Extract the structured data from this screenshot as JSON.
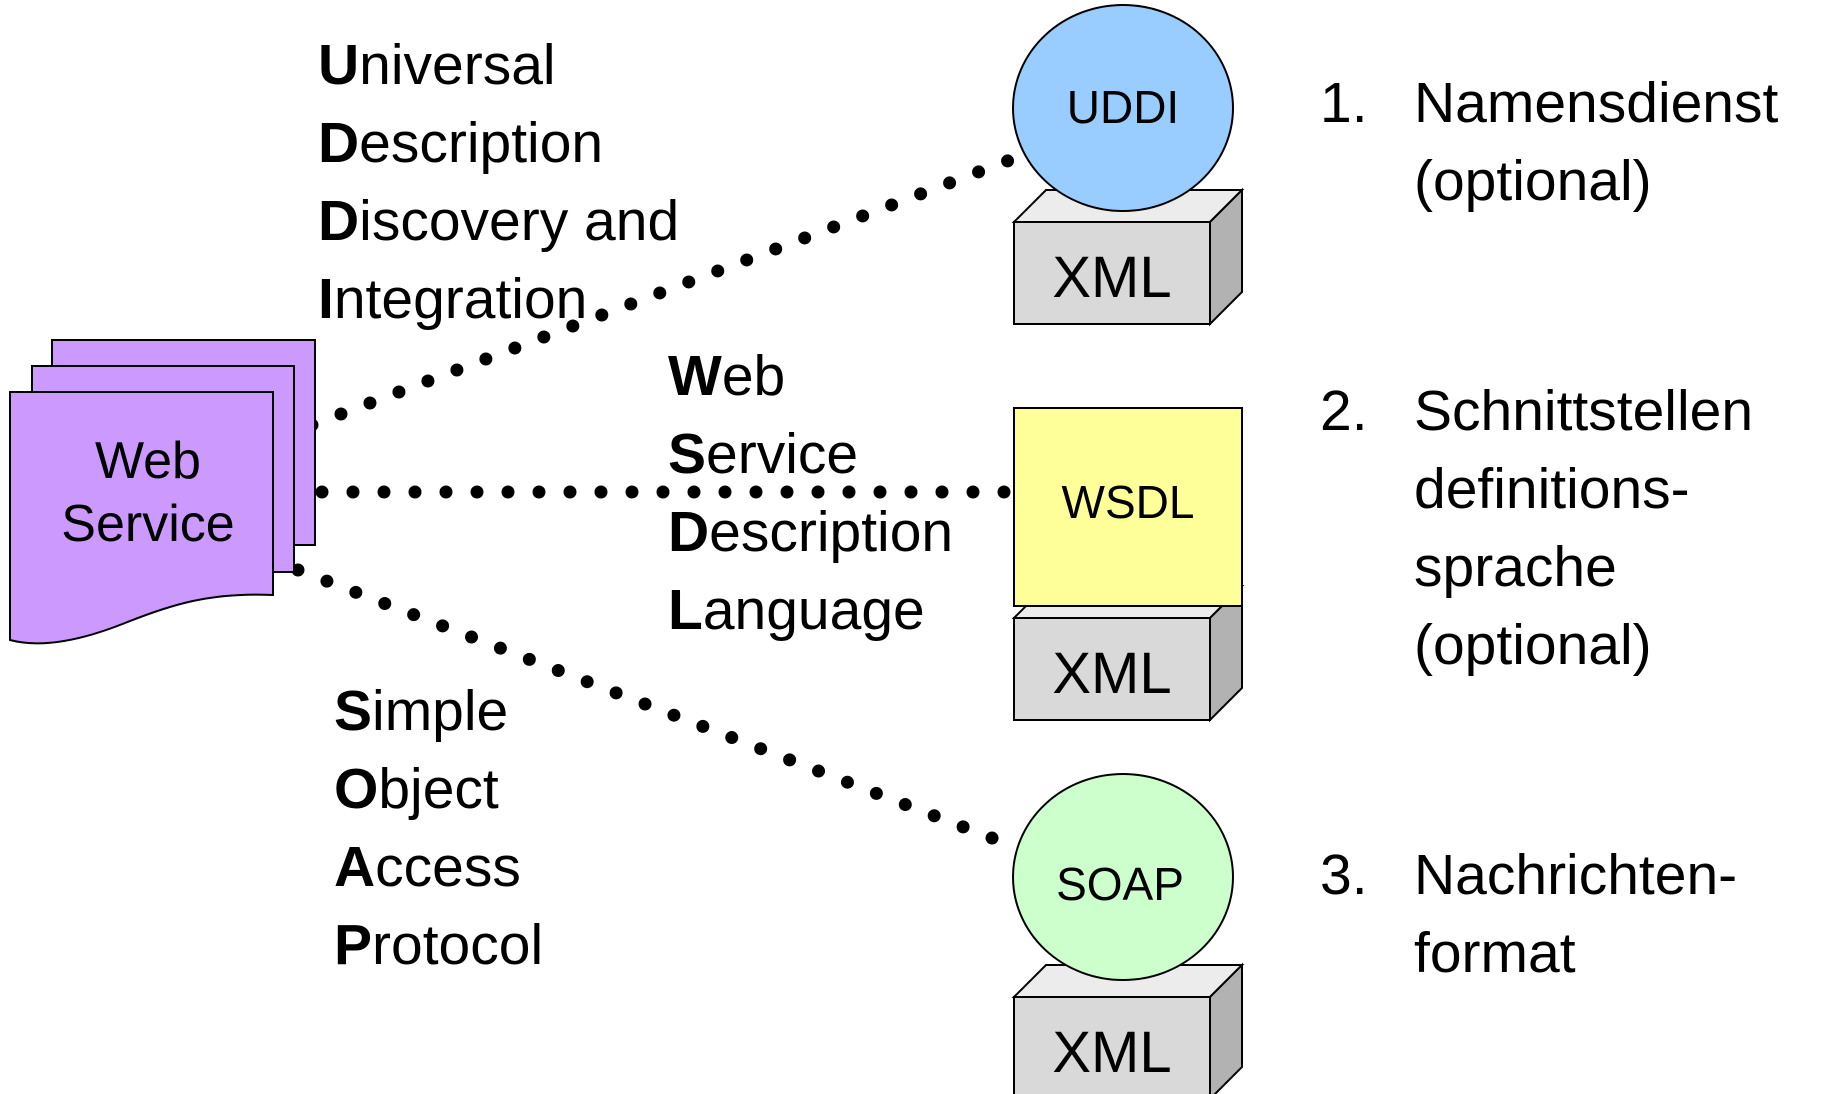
{
  "web_service": {
    "line1": "Web",
    "line2": "Service"
  },
  "components": {
    "uddi": {
      "label": "UDDI",
      "color": "#99ccff",
      "base": "XML"
    },
    "wsdl": {
      "label": "WSDL",
      "color": "#ffff99",
      "base": "XML"
    },
    "soap": {
      "label": "SOAP",
      "color": "#ccffcc",
      "base": "XML"
    }
  },
  "acronyms": {
    "uddi": [
      {
        "initial": "U",
        "rest": "niversal"
      },
      {
        "initial": "D",
        "rest": "escription"
      },
      {
        "initial": "D",
        "rest": "iscovery and"
      },
      {
        "initial": "I",
        "rest": "ntegration"
      }
    ],
    "wsdl": [
      {
        "initial": "W",
        "rest": "eb"
      },
      {
        "initial": "S",
        "rest": "ervice"
      },
      {
        "initial": "D",
        "rest": "escription"
      },
      {
        "initial": "L",
        "rest": "anguage"
      }
    ],
    "soap": [
      {
        "initial": "S",
        "rest": "imple"
      },
      {
        "initial": "O",
        "rest": "bject"
      },
      {
        "initial": "A",
        "rest": "ccess"
      },
      {
        "initial": "P",
        "rest": "rotocol"
      }
    ]
  },
  "list": [
    {
      "num": "1.",
      "lines": [
        "Namensdienst",
        "(optional)"
      ]
    },
    {
      "num": "2.",
      "lines": [
        "Schnittstellen",
        "definitions-",
        "sprache",
        "(optional)"
      ]
    },
    {
      "num": "3.",
      "lines": [
        "Nachrichten-",
        "format"
      ]
    }
  ],
  "colors": {
    "web_service_fill": "#cc99ff",
    "box_face": "#d9d9d9",
    "box_top": "#ececec",
    "box_side": "#b2b2b2"
  }
}
